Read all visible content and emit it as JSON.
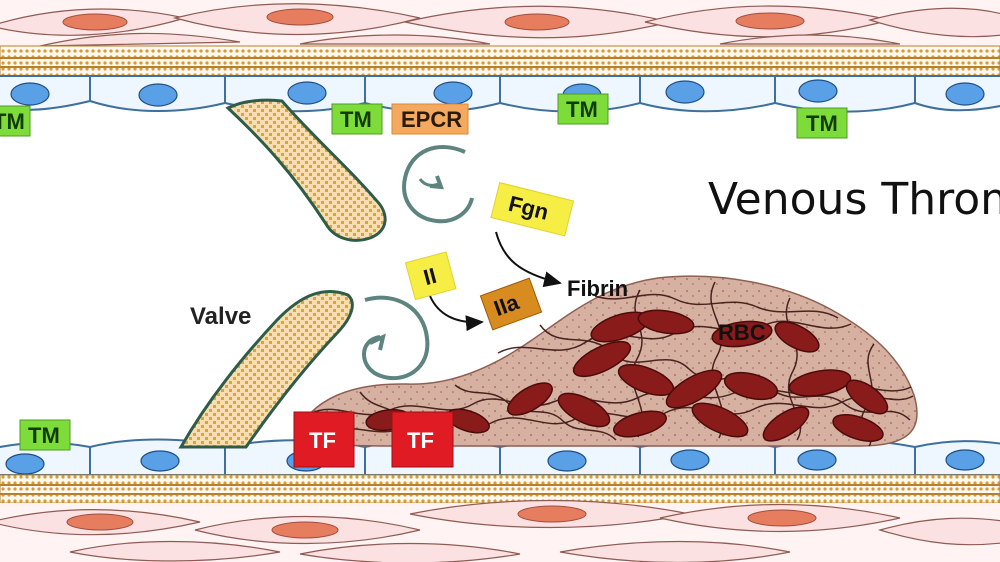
{
  "title": "Venous Thrombus",
  "labels": {
    "valve": "Valve",
    "fibrin": "Fibrin",
    "rbc": "RBC",
    "tm": "TM",
    "epcr": "EPCR",
    "tf": "TF",
    "fgn": "Fgn",
    "ii": "II",
    "iia": "IIa"
  },
  "colors": {
    "tm_box": "#7ddc3a",
    "epcr_box": "#f4a95f",
    "tf_box": "#e01b24",
    "fgn_box": "#f7ee45",
    "ii_box": "#f7ee45",
    "iia_box": "#d88b1f",
    "endothelium": "#eef6ff",
    "nucleus": "#5aa0e6",
    "smooth_muscle": "#fbe3e4",
    "muscle_nucleus": "#e97b60",
    "matrix": "#e9b84d",
    "valve_fill": "#f2d79a",
    "thrombus_bg": "#c79b8b",
    "fibrin_strand": "#3a1410",
    "red_cell": "#8a1b1b"
  },
  "icons": [
    "flow-swirl-icon",
    "arrow-icon"
  ]
}
